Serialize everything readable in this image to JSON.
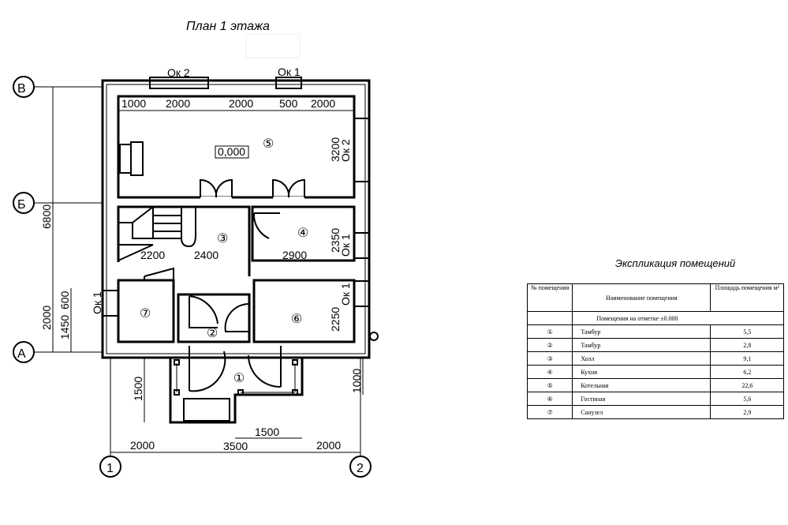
{
  "plan": {
    "title": "План 1 этажа",
    "axes": {
      "v": "В",
      "b": "Б",
      "a": "А",
      "n1": "1",
      "n2": "2"
    },
    "windows": {
      "ok2_top": "Ок 2",
      "ok1_top": "Ок 1",
      "ok2_right": "Ок 2",
      "ok1_right_a": "Ок 1",
      "ok1_right_b": "Ок 1",
      "ok1_left": "Ок 1"
    },
    "level_mark": "0,000",
    "dims": {
      "top": [
        "1000",
        "2000",
        "2000",
        "500",
        "2000"
      ],
      "d3200": "3200",
      "d2350": "2350",
      "d2250": "2250",
      "d6800": "6800",
      "d2000_left": "2000",
      "d1450": "1450",
      "d600": "600",
      "d2200": "2200",
      "d2400": "2400",
      "d2900": "2900",
      "d1500_left": "1500",
      "d1000_right": "1000",
      "d1500_bottom": "1500",
      "d2000_bl": "2000",
      "d3500": "3500",
      "d2000_br": "2000"
    },
    "rooms": [
      "①",
      "②",
      "③",
      "④",
      "⑤",
      "⑥",
      "⑦"
    ]
  },
  "explication": {
    "title": "Экспликация помещений",
    "headers": [
      "№ помещения",
      "Наименование помещения",
      "Площадь помещения м²"
    ],
    "subheader": "Помещения на отметке ±0.000",
    "rows": [
      {
        "num": "①",
        "name": "Тамбур",
        "area": "5,5"
      },
      {
        "num": "②",
        "name": "Тамбур",
        "area": "2,8"
      },
      {
        "num": "③",
        "name": "Холл",
        "area": "9,1"
      },
      {
        "num": "④",
        "name": "Кухня",
        "area": "6,2"
      },
      {
        "num": "⑤",
        "name": "Котельная",
        "area": "22,6"
      },
      {
        "num": "⑥",
        "name": "Гостиная",
        "area": "5,6"
      },
      {
        "num": "⑦",
        "name": "Санузел",
        "area": "2,9"
      }
    ]
  }
}
